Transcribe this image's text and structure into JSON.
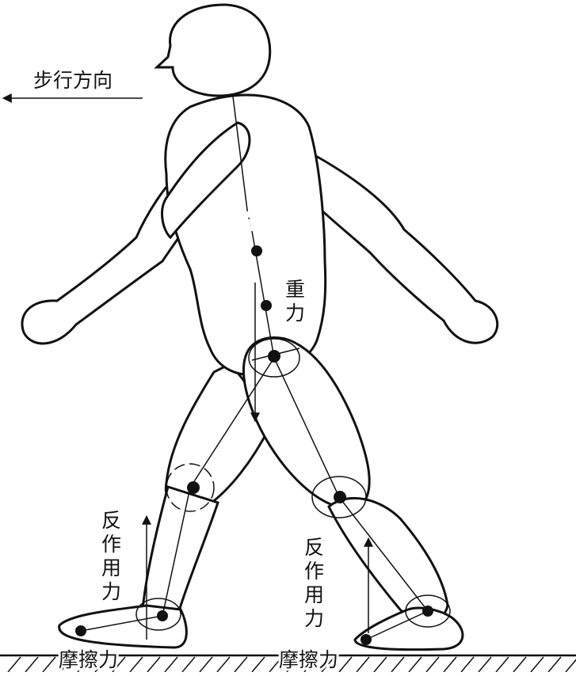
{
  "labels": {
    "direction": "步行方向",
    "gravity": "重力",
    "reaction_force": "反作用力",
    "friction": "摩擦力"
  },
  "colors": {
    "line": "#111111",
    "background": "#ffffff"
  }
}
